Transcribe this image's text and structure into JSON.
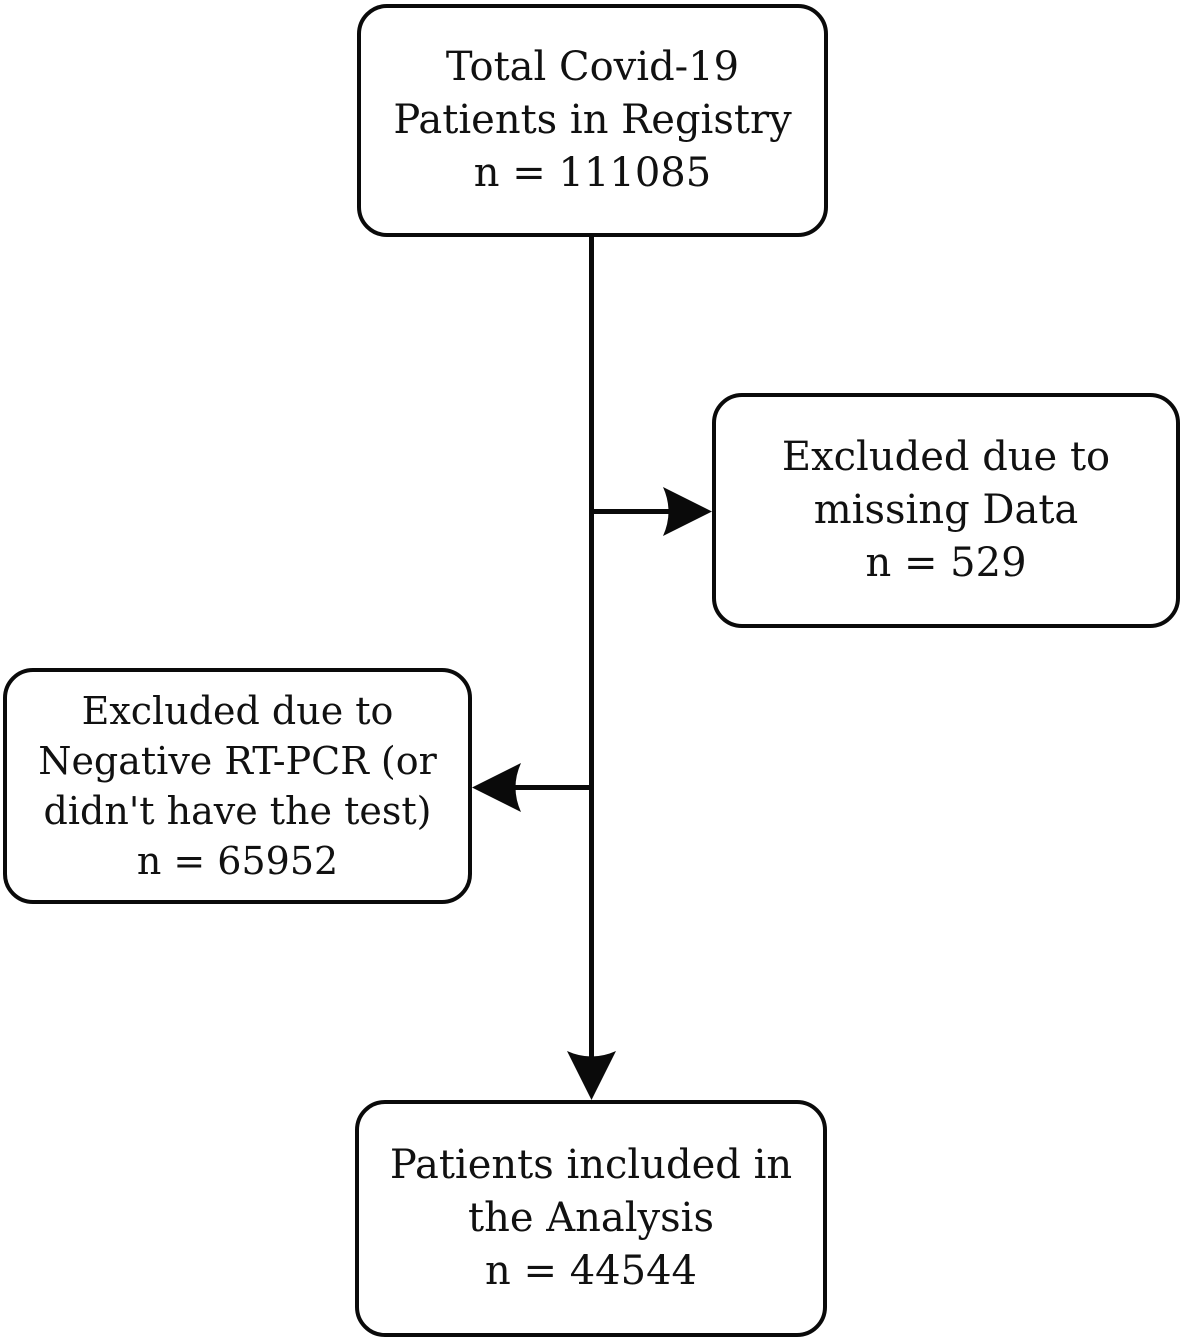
{
  "diagram": {
    "type": "flowchart",
    "colors": {
      "stroke": "#0a0a0a",
      "background": "#ffffff",
      "text": "#111111"
    },
    "nodes": {
      "total": {
        "lines": [
          "Total Covid-19",
          "Patients in Registry",
          "n = 111085"
        ]
      },
      "excluded_missing": {
        "lines": [
          "Excluded due to",
          "missing Data",
          "n = 529"
        ]
      },
      "excluded_negative": {
        "lines": [
          "Excluded due to",
          "Negative RT-PCR (or",
          "didn't have the test)",
          "n = 65952"
        ]
      },
      "included": {
        "lines": [
          "Patients included in",
          "the Analysis",
          "n = 44544"
        ]
      }
    },
    "edges": [
      {
        "from": "total",
        "to": "excluded_missing"
      },
      {
        "from": "total",
        "to": "excluded_negative"
      },
      {
        "from": "total",
        "to": "included"
      }
    ]
  }
}
